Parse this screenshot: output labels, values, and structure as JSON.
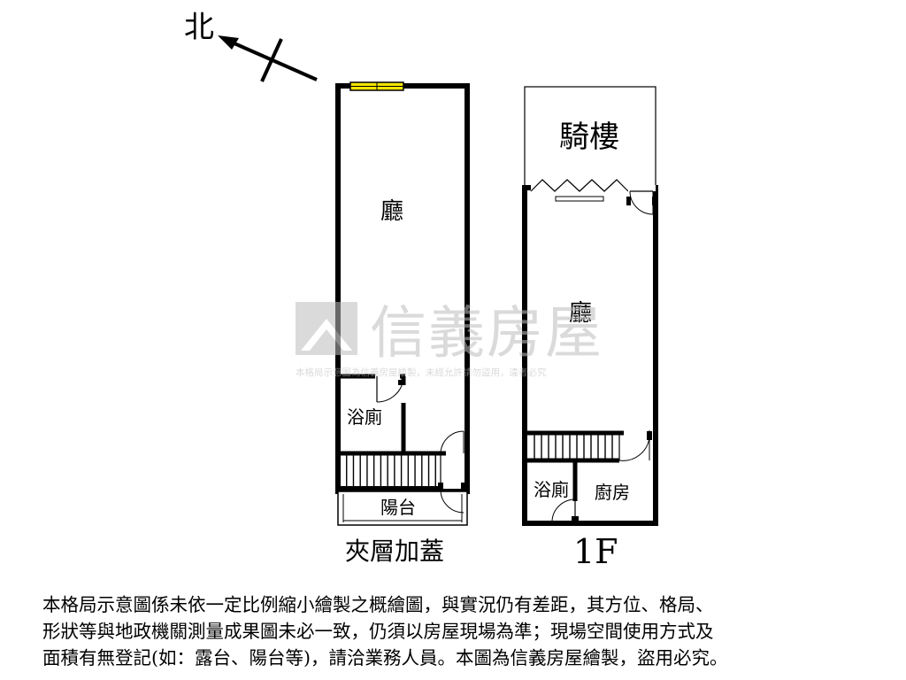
{
  "compass": {
    "label": "北"
  },
  "mezzanine": {
    "caption": "夾層加蓋",
    "rooms": {
      "hall": "廳",
      "bath": "浴廁",
      "balcony": "陽台"
    }
  },
  "ground_floor": {
    "caption": "1F",
    "rooms": {
      "arcade": "騎樓",
      "hall": "廳",
      "bath": "浴廁",
      "kitchen": "廚房"
    }
  },
  "watermark": {
    "brand": "信義房屋",
    "notice": "本格局示意圖為信義房屋繪製，未經允許請勿盜用，違者必究"
  },
  "colors": {
    "wall": "#000000",
    "window": "#f5e400",
    "watermark": "#c9c9c9"
  },
  "disclaimer": [
    "本格局示意圖係未依一定比例縮小繪製之概繪圖，與實況仍有差距，其方位、格局、",
    "形狀等與地政機關測量成果圖未必一致，仍須以房屋現場為準；現場空間使用方式及",
    "面積有無登記(如：露台、陽台等)，請洽業務人員。本圖為信義房屋繪製，盜用必究。"
  ]
}
